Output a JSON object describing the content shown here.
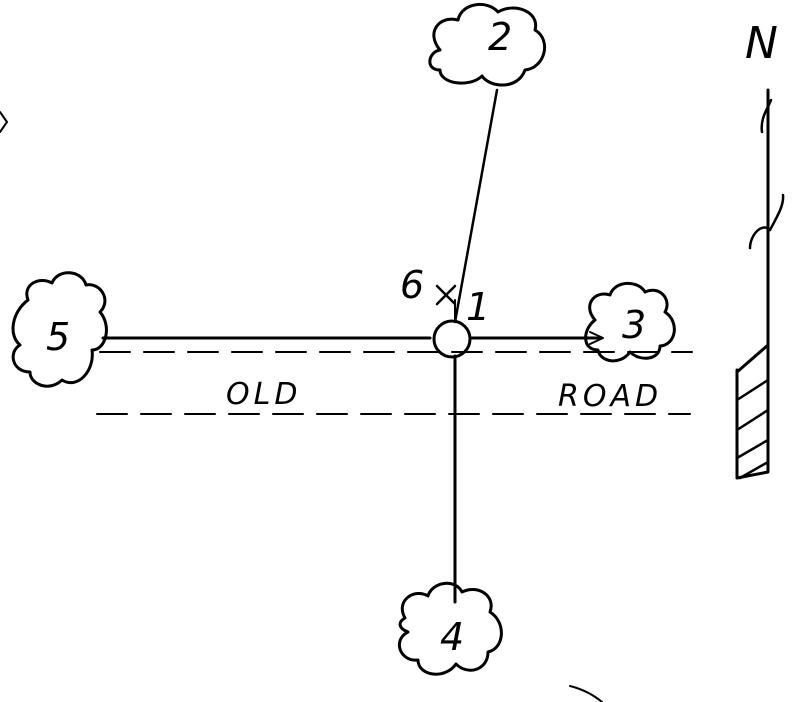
{
  "diagram": {
    "plots": [
      {
        "id": "2",
        "label": "2"
      },
      {
        "id": "3",
        "label": "3"
      },
      {
        "id": "4",
        "label": "4"
      },
      {
        "id": "5",
        "label": "5"
      }
    ],
    "center": {
      "label": "1"
    },
    "marker": {
      "label": "6"
    },
    "road": {
      "left_label": "OLD",
      "right_label": "ROAD"
    },
    "north_arrow": {
      "label": "N"
    }
  }
}
